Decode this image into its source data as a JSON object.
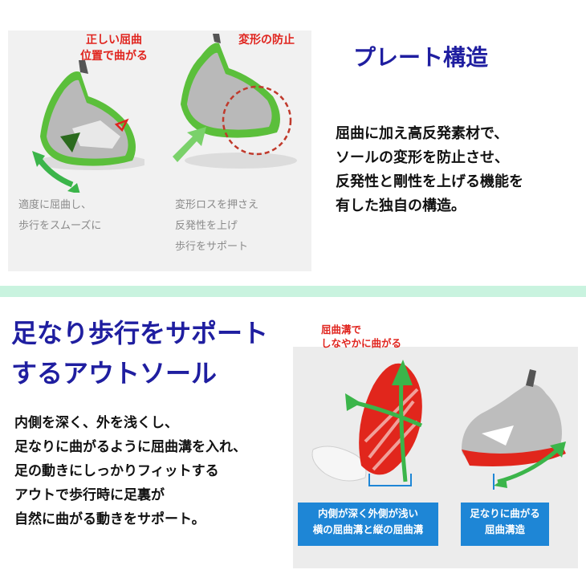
{
  "top": {
    "caption_left": [
      "正しい屈曲",
      "位置で曲がる"
    ],
    "caption_right": "変形の防止",
    "desc_left": [
      "適度に屈曲し、",
      "歩行をスムーズに"
    ],
    "desc_right": [
      "変形ロスを押さえ",
      "反発性を上げ",
      "歩行をサポート"
    ],
    "heading": "プレート構造",
    "body": [
      "屈曲に加え高反発素材で、",
      "ソールの変形を防止させ、",
      "反発性と剛性を上げる機能を",
      "有した独自の構造。"
    ]
  },
  "bottom": {
    "heading": [
      "足なり歩行をサポート",
      "するアウトソール"
    ],
    "body": [
      "内側を深く、外を浅くし、",
      "足なりに曲がるように屈曲溝を入れ、",
      "足の動きにしっかりフィットする",
      "アウトで歩行時に足裏が",
      "自然に曲がる動きをサポート。"
    ],
    "caption": [
      "屈曲溝で",
      "しなやかに曲がる"
    ],
    "box_left": [
      "内側が深く外側が浅い",
      "横の屈曲溝と縦の屈曲溝"
    ],
    "box_right": [
      "足なりに曲がる",
      "屈曲溝造"
    ]
  },
  "colors": {
    "accent_blue": "#1f1ea0",
    "accent_red": "#e0241e",
    "green": "#3bb54a",
    "divider": "#c9f3df",
    "label_blue": "#1e86d6"
  }
}
